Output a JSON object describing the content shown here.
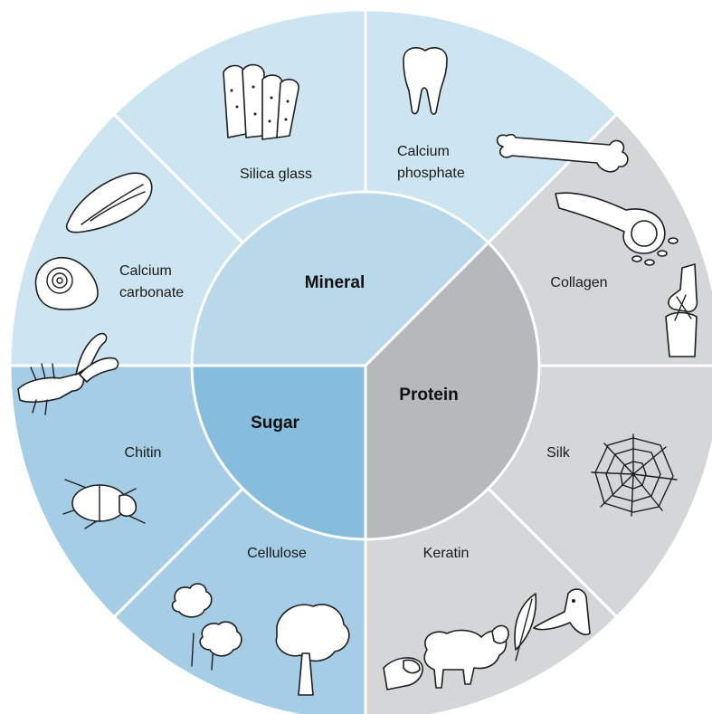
{
  "categories": {
    "mineral": {
      "label": "Mineral",
      "inner_color": "#b9d8ea",
      "outer_color": "#cde4f1"
    },
    "protein": {
      "label": "Protein",
      "inner_color": "#b7b8bb",
      "outer_color": "#d5d6d8"
    },
    "sugar": {
      "label": "Sugar",
      "inner_color": "#86bcdc",
      "outer_color": "#a6cde6"
    }
  },
  "materials": {
    "silica_glass": "Silica glass",
    "calcium_phosphate": [
      "Calcium",
      "phosphate"
    ],
    "collagen": "Collagen",
    "silk": "Silk",
    "keratin": "Keratin",
    "cellulose": "Cellulose",
    "chitin": "Chitin",
    "calcium_carbonate": [
      "Calcium",
      "carbonate"
    ]
  },
  "icons": [
    "glass-sponge-icon",
    "tooth-icon",
    "bone-icon",
    "tendon-icon",
    "knee-joint-icon",
    "spider-web-icon",
    "goose-head-icon",
    "feather-icon",
    "sheep-icon",
    "fingernail-icon",
    "cotton-plant-icon",
    "tree-icon",
    "beetle-icon",
    "lobster-icon",
    "snail-shell-icon",
    "mussel-shell-icon"
  ]
}
